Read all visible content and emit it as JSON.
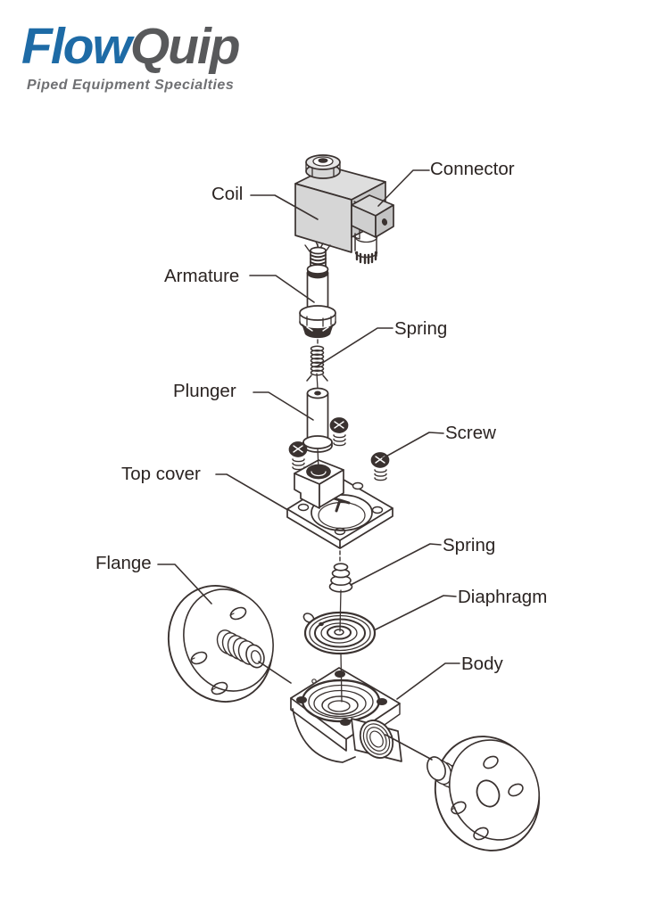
{
  "logo": {
    "brand_part1": "Flow",
    "brand_part2": "Quip",
    "tagline": "Piped Equipment Specialties",
    "color_primary": "#1e6ba6",
    "color_secondary": "#58595b",
    "color_tagline": "#6f7073"
  },
  "diagram": {
    "subject": "Solenoid valve exploded view",
    "line_color": "#3a3230",
    "coil_fill": "#d6d6d6",
    "labels": [
      {
        "id": "connector",
        "text": "Connector"
      },
      {
        "id": "coil",
        "text": "Coil"
      },
      {
        "id": "armature",
        "text": "Armature"
      },
      {
        "id": "spring-upper",
        "text": "Spring"
      },
      {
        "id": "plunger",
        "text": "Plunger"
      },
      {
        "id": "screw",
        "text": "Screw"
      },
      {
        "id": "top-cover",
        "text": "Top cover"
      },
      {
        "id": "spring-lower",
        "text": "Spring"
      },
      {
        "id": "diaphragm",
        "text": "Diaphragm"
      },
      {
        "id": "flange",
        "text": "Flange"
      },
      {
        "id": "body",
        "text": "Body"
      }
    ]
  }
}
